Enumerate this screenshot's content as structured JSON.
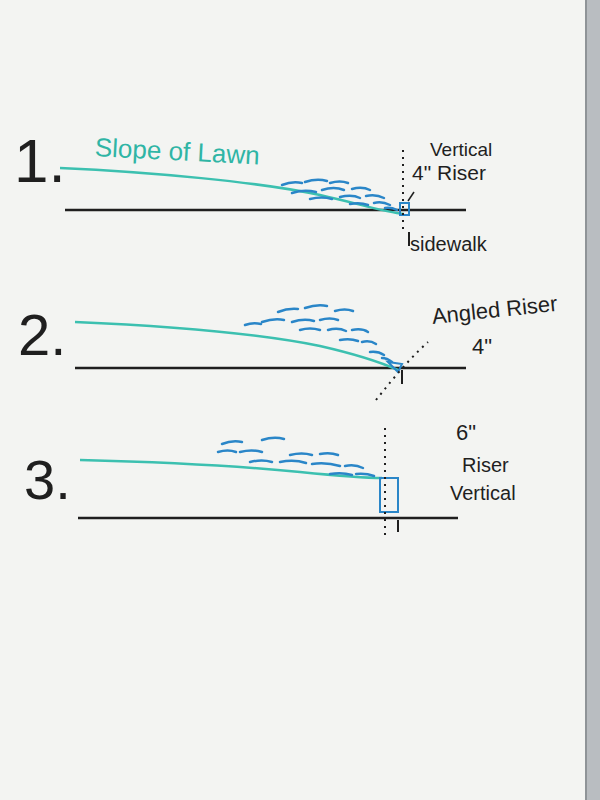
{
  "diagram": {
    "labels": [
      "1.",
      "Slope of Lawn",
      "Vertical",
      "4\" Riser",
      "sidewalk",
      "2.",
      "Angled Riser",
      "4\"",
      "3.",
      "6\"",
      "Riser",
      "Vertical"
    ]
  }
}
